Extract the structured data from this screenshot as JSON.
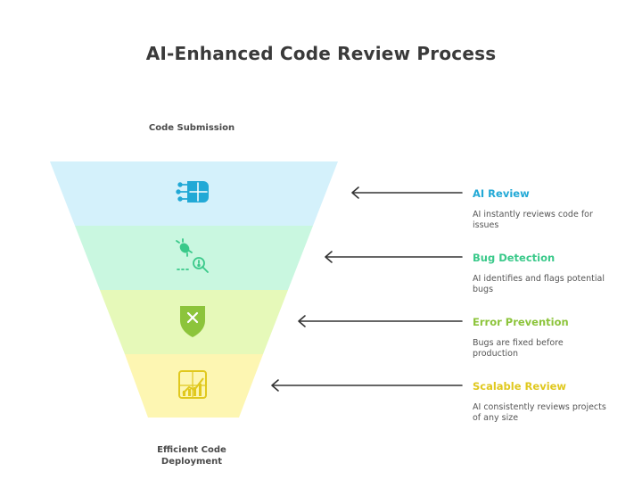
{
  "title": "AI-Enhanced Code Review Process",
  "top_label": "Code Submission",
  "bottom_label": "Efficient Code Deployment",
  "colors": {
    "stage1_fill": "#d4f1fb",
    "stage1_text": "#22a9d6",
    "stage2_fill": "#c9f7e0",
    "stage2_text": "#3ac98a",
    "stage3_fill": "#e6f9b9",
    "stage3_text": "#8cc43b",
    "stage4_fill": "#fdf6b2",
    "stage4_text": "#e0c81e",
    "arrow": "#333333"
  },
  "stages": [
    {
      "title": "AI Review",
      "desc": "AI instantly reviews code for issues",
      "icon": "brain-circuit-icon"
    },
    {
      "title": "Bug Detection",
      "desc": "AI identifies and flags potential bugs",
      "icon": "bug-search-icon"
    },
    {
      "title": "Error Prevention",
      "desc": "Bugs are fixed before production",
      "icon": "shield-x-icon"
    },
    {
      "title": "Scalable Review",
      "desc": "AI consistently reviews projects of any size",
      "icon": "growth-chart-icon"
    }
  ]
}
